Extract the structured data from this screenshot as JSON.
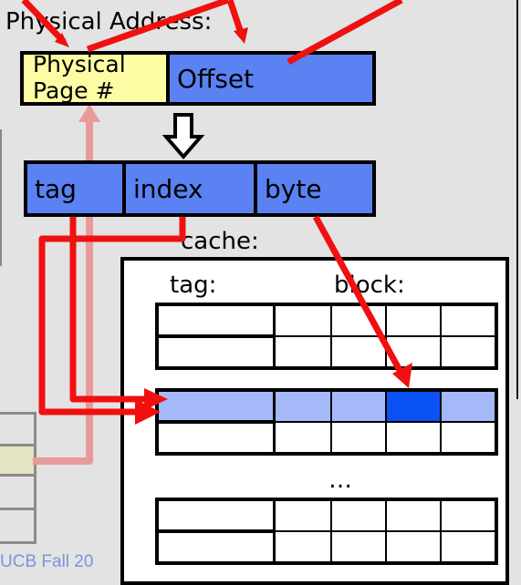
{
  "labels": {
    "physical_address": "Physical Address:",
    "physical_page_line1": "Physical",
    "physical_page_line2": "Page #",
    "offset": "Offset",
    "tag": "tag",
    "index": "index",
    "byte": "byte",
    "cache": "cache:",
    "cache_tag": "tag:",
    "cache_block": "block:",
    "ellipsis": "…",
    "footer": "UCB Fall 20"
  },
  "colors": {
    "background": "#e3e3e3",
    "field_blue": "#5a82f2",
    "page_yellow": "#fdfca4",
    "arrow_red": "#f01010",
    "faded_red": "#e89a9a",
    "highlight_row": "#a5b8f8",
    "selected_byte": "#0a52f4"
  }
}
